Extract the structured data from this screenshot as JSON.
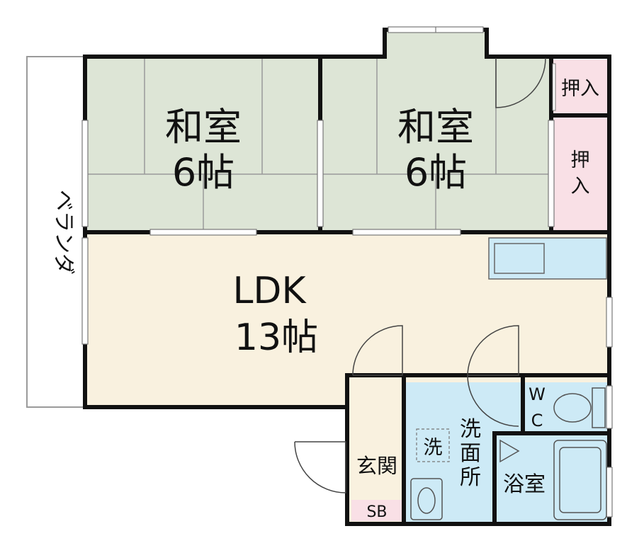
{
  "rooms": {
    "washitsu_left": {
      "name": "和室",
      "size": "6帖"
    },
    "washitsu_right": {
      "name": "和室",
      "size": "6帖"
    },
    "ldk": {
      "name": "LDK",
      "size": "13帖"
    },
    "closet_top": "押入",
    "closet_right": [
      "押",
      "入"
    ],
    "veranda": "ベランダ",
    "wc": [
      "W",
      "C"
    ],
    "washroom": [
      "洗",
      "面",
      "所"
    ],
    "washer": "洗",
    "bath": "浴室",
    "entrance": "玄関",
    "shoe_box": "SB"
  },
  "colors": {
    "tatami": "#dde5d6",
    "ldk": "#f9f1df",
    "closet": "#f9e0e6",
    "water": "#cdeaf6",
    "wall": "#111111",
    "line": "#9a9a9a"
  }
}
